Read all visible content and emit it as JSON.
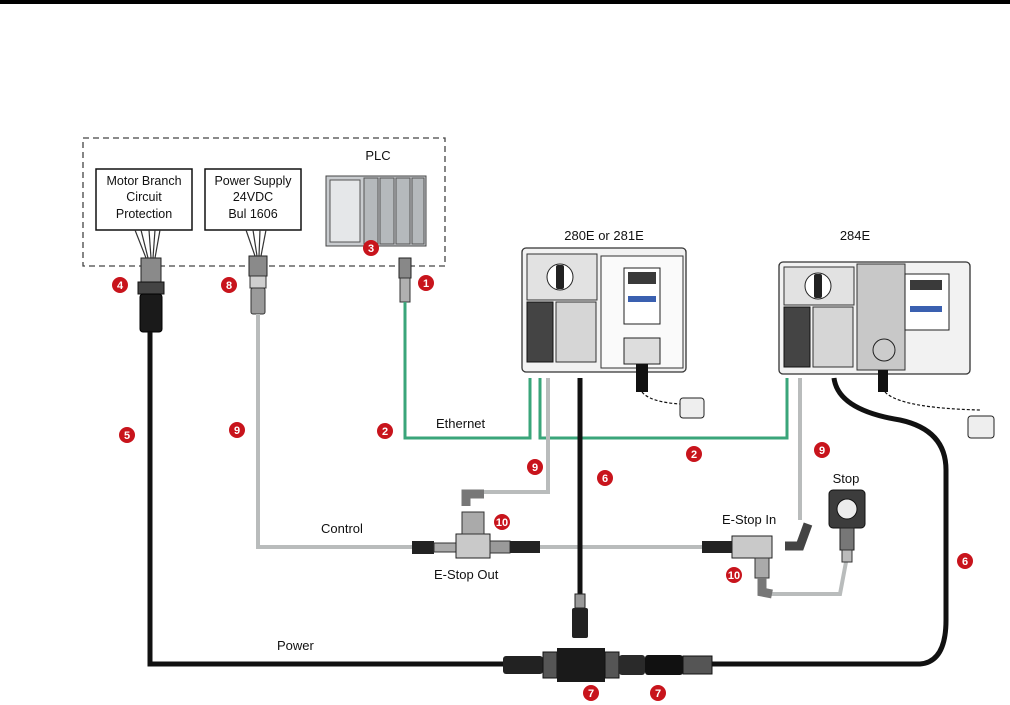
{
  "labels": {
    "plc": "PLC",
    "drive1": "280E or 281E",
    "drive2": "284E",
    "ethernet": "Ethernet",
    "control": "Control",
    "power": "Power",
    "estop_out": "E-Stop Out",
    "estop_in": "E-Stop In",
    "stop": "Stop"
  },
  "boxes": {
    "motor_branch": [
      "Motor Branch",
      "Circuit",
      "Protection"
    ],
    "power_supply": [
      "Power Supply",
      "24VDC",
      "Bul 1606"
    ]
  },
  "callouts": [
    "1",
    "2",
    "2",
    "3",
    "4",
    "5",
    "6",
    "6",
    "7",
    "7",
    "8",
    "9",
    "9",
    "9",
    "10",
    "10"
  ],
  "colors": {
    "ethernet_cable": "#3aa57a",
    "control_cable": "#b9bcbc",
    "power_cable": "#111111",
    "callout": "#c8141c",
    "panel_border": "#444444"
  }
}
